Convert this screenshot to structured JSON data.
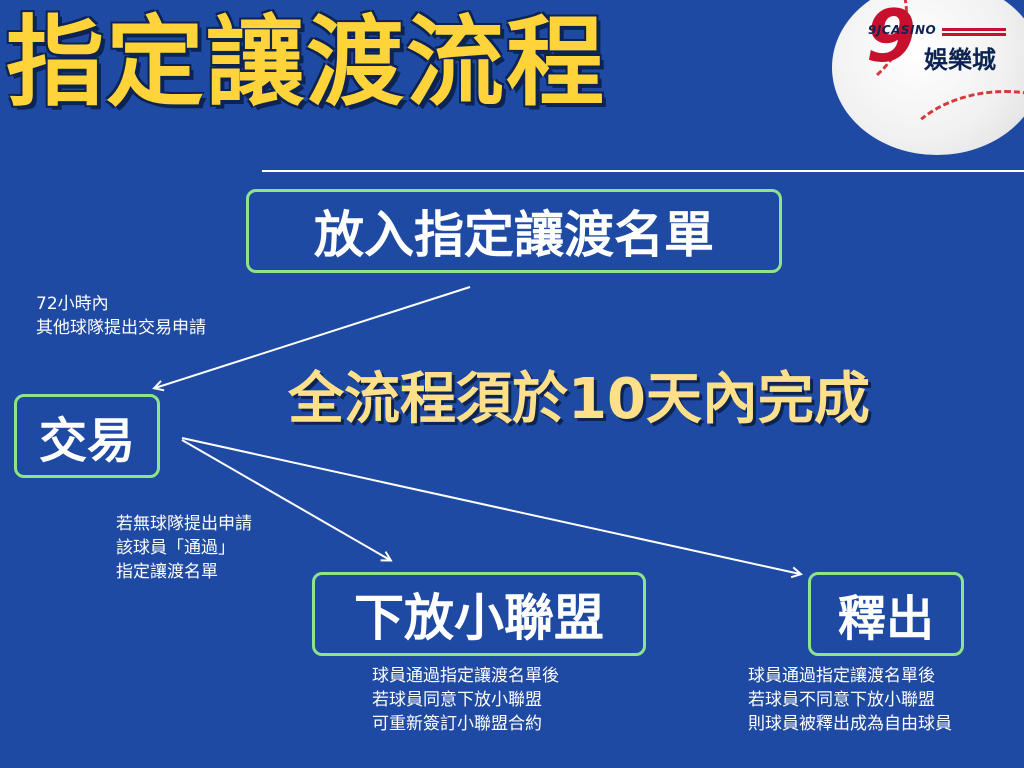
{
  "title": "指定讓渡流程",
  "logo": {
    "number": "9",
    "brand": "9JCASINO",
    "name": "娛樂城"
  },
  "nodes": {
    "top": "放入指定讓渡名單",
    "trade": "交易",
    "minor": "下放小聯盟",
    "release": "釋出"
  },
  "center_text": "全流程須於10天內完成",
  "notes": {
    "trade_condition": [
      "72小時內",
      "其他球隊提出交易申請"
    ],
    "waiver_condition": [
      "若無球隊提出申請",
      "該球員「通過」",
      "指定讓渡名單"
    ],
    "minor_detail": [
      "球員通過指定讓渡名單後",
      "若球員同意下放小聯盟",
      "可重新簽訂小聯盟合約"
    ],
    "release_detail": [
      "球員通過指定讓渡名單後",
      "若球員不同意下放小聯盟",
      "則球員被釋出成為自由球員"
    ]
  },
  "colors": {
    "background": "#1f4aa3",
    "title": "#ffd43b",
    "box_border": "#8fe388",
    "center_text": "#ffe08a",
    "text": "#ffffff"
  }
}
